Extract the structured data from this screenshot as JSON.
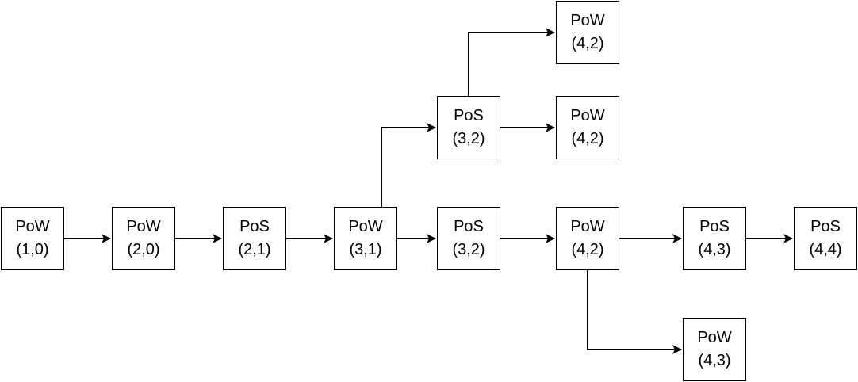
{
  "diagram": {
    "nodes": [
      {
        "id": "n1",
        "type": "PoW",
        "coord": "(1,0)"
      },
      {
        "id": "n2",
        "type": "PoW",
        "coord": "(2,0)"
      },
      {
        "id": "n3",
        "type": "PoS",
        "coord": "(2,1)"
      },
      {
        "id": "n4",
        "type": "PoW",
        "coord": "(3,1)"
      },
      {
        "id": "n5",
        "type": "PoS",
        "coord": "(3,2)"
      },
      {
        "id": "n6",
        "type": "PoW",
        "coord": "(4,2)"
      },
      {
        "id": "n7",
        "type": "PoS",
        "coord": "(4,3)"
      },
      {
        "id": "n8",
        "type": "PoS",
        "coord": "(4,4)"
      },
      {
        "id": "n9",
        "type": "PoS",
        "coord": "(3,2)"
      },
      {
        "id": "n10",
        "type": "PoW",
        "coord": "(4,2)"
      },
      {
        "id": "n11",
        "type": "PoW",
        "coord": "(4,2)"
      },
      {
        "id": "n12",
        "type": "PoW",
        "coord": "(4,3)"
      }
    ],
    "edges": [
      {
        "from": "n1",
        "to": "n2"
      },
      {
        "from": "n2",
        "to": "n3"
      },
      {
        "from": "n3",
        "to": "n4"
      },
      {
        "from": "n4",
        "to": "n5"
      },
      {
        "from": "n5",
        "to": "n6"
      },
      {
        "from": "n6",
        "to": "n7"
      },
      {
        "from": "n7",
        "to": "n8"
      },
      {
        "from": "n4",
        "to": "n9"
      },
      {
        "from": "n9",
        "to": "n10"
      },
      {
        "from": "n9",
        "to": "n11"
      },
      {
        "from": "n6",
        "to": "n12"
      }
    ],
    "colors": {
      "stroke": "#000000",
      "fill": "#ffffff",
      "text": "#000000"
    }
  }
}
